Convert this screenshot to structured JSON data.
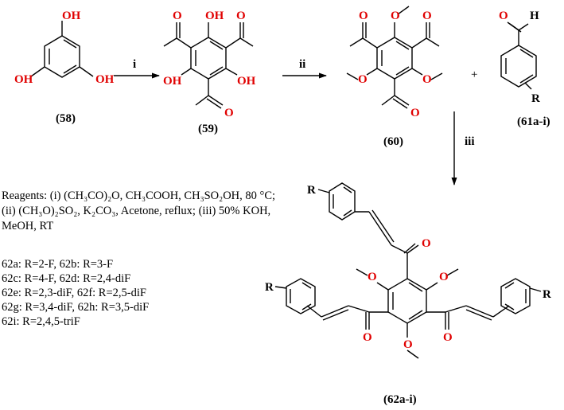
{
  "compounds": {
    "c58": "(58)",
    "c59": "(59)",
    "c60": "(60)",
    "c61": "(61a-i)",
    "c62": "(62a-i)"
  },
  "steps": {
    "s1": "i",
    "s2": "ii",
    "s3": "iii",
    "plus": "+"
  },
  "atoms": {
    "oh": "OH",
    "o": "O",
    "h": "H",
    "r": "R"
  },
  "reagents_text": "Reagents: (i) (CH₃CO)₂O, CH₃COOH, CH₃SO₂OH, 80 °C; (ii) (CH₃O)₂SO₂, K₂CO₃, Acetone, reflux; (iii) 50% KOH, MeOH, RT",
  "variants": [
    "62a: R=2-F, 62b: R=3-F",
    "62c: R=4-F, 62d: R=2,4-diF",
    "62e: R=2,3-diF, 62f: R=2,5-diF",
    "62g: R=3,4-diF, 62h: R=3,5-diF",
    "62i: R=2,4,5-triF"
  ],
  "colors": {
    "heteroatom": "#e00000",
    "bond": "#000000"
  }
}
